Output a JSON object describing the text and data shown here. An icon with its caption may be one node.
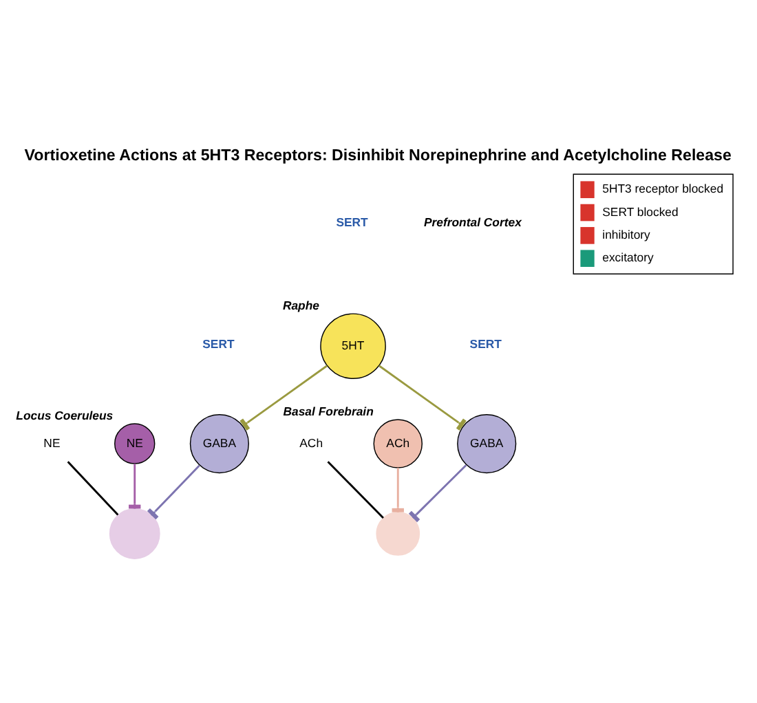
{
  "diagram": {
    "title": "Vortioxetine Actions at 5HT3 Receptors: Disinhibit Norepinephrine and Acetylcholine Release",
    "nodes": [
      {
        "text": [
          "5HT"
        ],
        "beside": [
          "Raphe"
        ]
      },
      {
        "text": [
          "GABA"
        ]
      },
      {
        "text": [],
        "shape": "circle"
      },
      {
        "text": [
          "NE"
        ]
      },
      {
        "text": [
          "GABA"
        ]
      },
      {
        "text": [],
        "shape": "circle"
      },
      {
        "text": [
          "ACh"
        ]
      },
      {
        "text": [
          "ACh"
        ],
        "beside": [
          "Basal Forebrain"
        ]
      },
      {
        "text": [
          "NE"
        ],
        "beside": [
          "Locus Coeruleus"
        ]
      }
    ],
    "edges": [
      {
        "from": 0,
        "to": 1,
        "arrow": "other",
        "color": "#9a9a40"
      },
      {
        "from": 0,
        "to": 4,
        "arrow": "other",
        "color": "#9a9a40"
      },
      {
        "from": 1,
        "to": 2,
        "arrow": "other",
        "color": "#7d74b0"
      },
      {
        "from": 8,
        "to": 2,
        "arrow": "other",
        "color": "#a55fa8"
      },
      {
        "from": 3,
        "to": 2,
        "arrow": "none",
        "color": "#000000"
      },
      {
        "from": 4,
        "to": 5,
        "arrow": "other",
        "color": "#7d74b0"
      },
      {
        "from": 7,
        "to": 5,
        "arrow": "other",
        "color": "#e8b0a0"
      },
      {
        "from": 6,
        "to": 5,
        "arrow": "none",
        "color": "#000000"
      }
    ],
    "labels": [
      "SERT",
      "SERT",
      "SERT",
      "Prefrontal Cortex"
    ],
    "legend": [
      {
        "text": "5HT3 receptor blocked"
      },
      {
        "text": "SERT blocked"
      },
      {
        "text": "inhibitory"
      },
      {
        "text": "excitatory"
      }
    ]
  }
}
